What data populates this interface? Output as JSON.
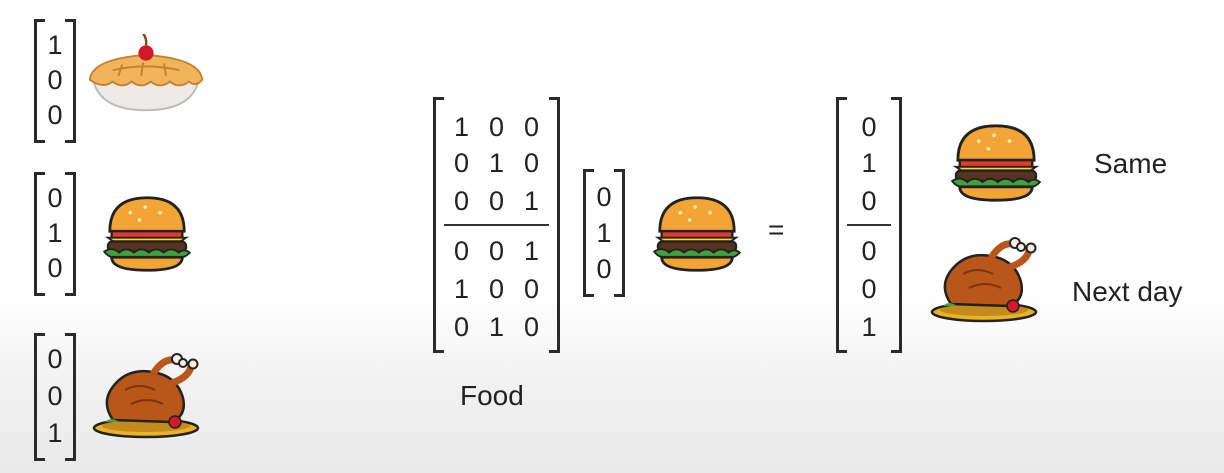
{
  "vectors": {
    "pie": [
      "1",
      "0",
      "0"
    ],
    "burger": [
      "0",
      "1",
      "0"
    ],
    "chicken": [
      "0",
      "0",
      "1"
    ]
  },
  "food_matrix": {
    "top_rows": [
      [
        "1",
        "0",
        "0"
      ],
      [
        "0",
        "1",
        "0"
      ],
      [
        "0",
        "0",
        "1"
      ]
    ],
    "bottom_rows": [
      [
        "0",
        "0",
        "1"
      ],
      [
        "1",
        "0",
        "0"
      ],
      [
        "0",
        "1",
        "0"
      ]
    ]
  },
  "input_vector": [
    "0",
    "1",
    "0"
  ],
  "equals_sign": "=",
  "result_vector": {
    "top": [
      "0",
      "1",
      "0"
    ],
    "bottom": [
      "0",
      "0",
      "1"
    ]
  },
  "labels": {
    "matrix_caption": "Food",
    "same": "Same",
    "next_day": "Next day"
  },
  "icons": [
    "pie-icon",
    "burger-icon",
    "chicken-icon"
  ],
  "colors": {
    "bun": "#f2a534",
    "patty": "#5a3220",
    "lettuce": "#3fa23a",
    "chicken": "#b9561a",
    "pie_crust": "#f0b45a",
    "cherry": "#d2182a"
  }
}
